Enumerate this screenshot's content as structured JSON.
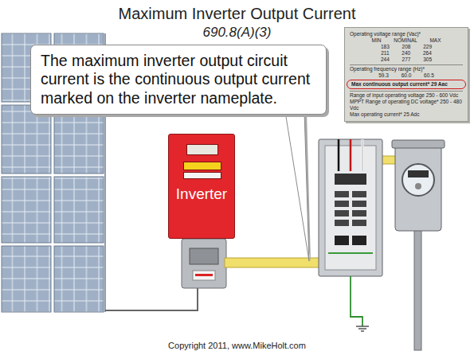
{
  "diagram": {
    "title": "Maximum Inverter Output Current",
    "nodes": [
      {
        "text": [
          "The maximum inverter output circuit current is the continuous output current marked on the inverter nameplate."
        ]
      },
      {
        "text": [
          "Inverter"
        ]
      },
      {
        "text": [
          "Operating voltage range (Vac)*",
          "MIN NOMINAL MAX",
          "183 208 229",
          "211 240 264",
          "244 277 305",
          "Operating frequency range (Hz)*",
          "59.3 60.0 60.5",
          "Max continuous output current* 29 Aac",
          "Range of input operating voltage 250 - 600 Vdc",
          "MPPT Range of operating DC voltage* 250 - 480 Vdc",
          "Max operating current* 25 Adc"
        ]
      }
    ],
    "labels": [
      "690.8(A)(3)",
      "Copyright 2011, www.MikeHolt.com"
    ]
  }
}
